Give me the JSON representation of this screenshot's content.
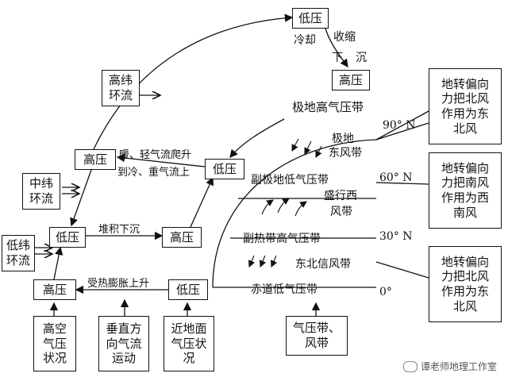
{
  "boxes": {
    "top_low": "低压",
    "top_high": "高压",
    "left_high": "高压",
    "mid_low": "低压",
    "left_low": "低压",
    "mid_high": "高压",
    "bottom_high": "高压",
    "bottom_low": "低压"
  },
  "circulation": {
    "high_latitude": [
      "高纬",
      "环流"
    ],
    "mid_latitude": [
      "中纬",
      "环流"
    ],
    "low_latitude": [
      "低纬",
      "环流"
    ]
  },
  "captions": {
    "upper_air": [
      "高空",
      "气压",
      "状况"
    ],
    "vertical": [
      "垂直方",
      "向气流",
      "运动"
    ],
    "surface": [
      "近地面",
      "气压状",
      "况"
    ],
    "belts": [
      "气压带、",
      "风带"
    ]
  },
  "process_labels": {
    "cooling": "冷却",
    "shrinking": "收缩",
    "down": "下",
    "sink": "沉",
    "warm_rise": "暖、轻气流爬升",
    "cold_up": "到冷、重气流上",
    "accumulate": "堆积下沉",
    "heat_rise": "受热膨胀上升"
  },
  "belts": {
    "polar_high": "极地高气压带",
    "polar_east_1": "极地",
    "polar_east_2": "东风带",
    "subpolar_low": "副极地低气压带",
    "westerly_1": "盛行西",
    "westerly_2": "风带",
    "subtropical_high": "副热带高气压带",
    "ne_trade": "东北信风带",
    "equatorial_low": "赤道低气压带"
  },
  "latitudes": {
    "lat90": "90° N",
    "lat60": "60° N",
    "lat30": "30° N",
    "lat0": "0°"
  },
  "deflection": {
    "top": [
      "地转偏向",
      "力把北风",
      "作用为东",
      "北风"
    ],
    "middle": [
      "地转偏向",
      "力把南风",
      "作用为西",
      "南风"
    ],
    "bottom": [
      "地转偏向",
      "力把北风",
      "作用为东",
      "北风"
    ]
  },
  "watermark": "谭老师地理工作室"
}
